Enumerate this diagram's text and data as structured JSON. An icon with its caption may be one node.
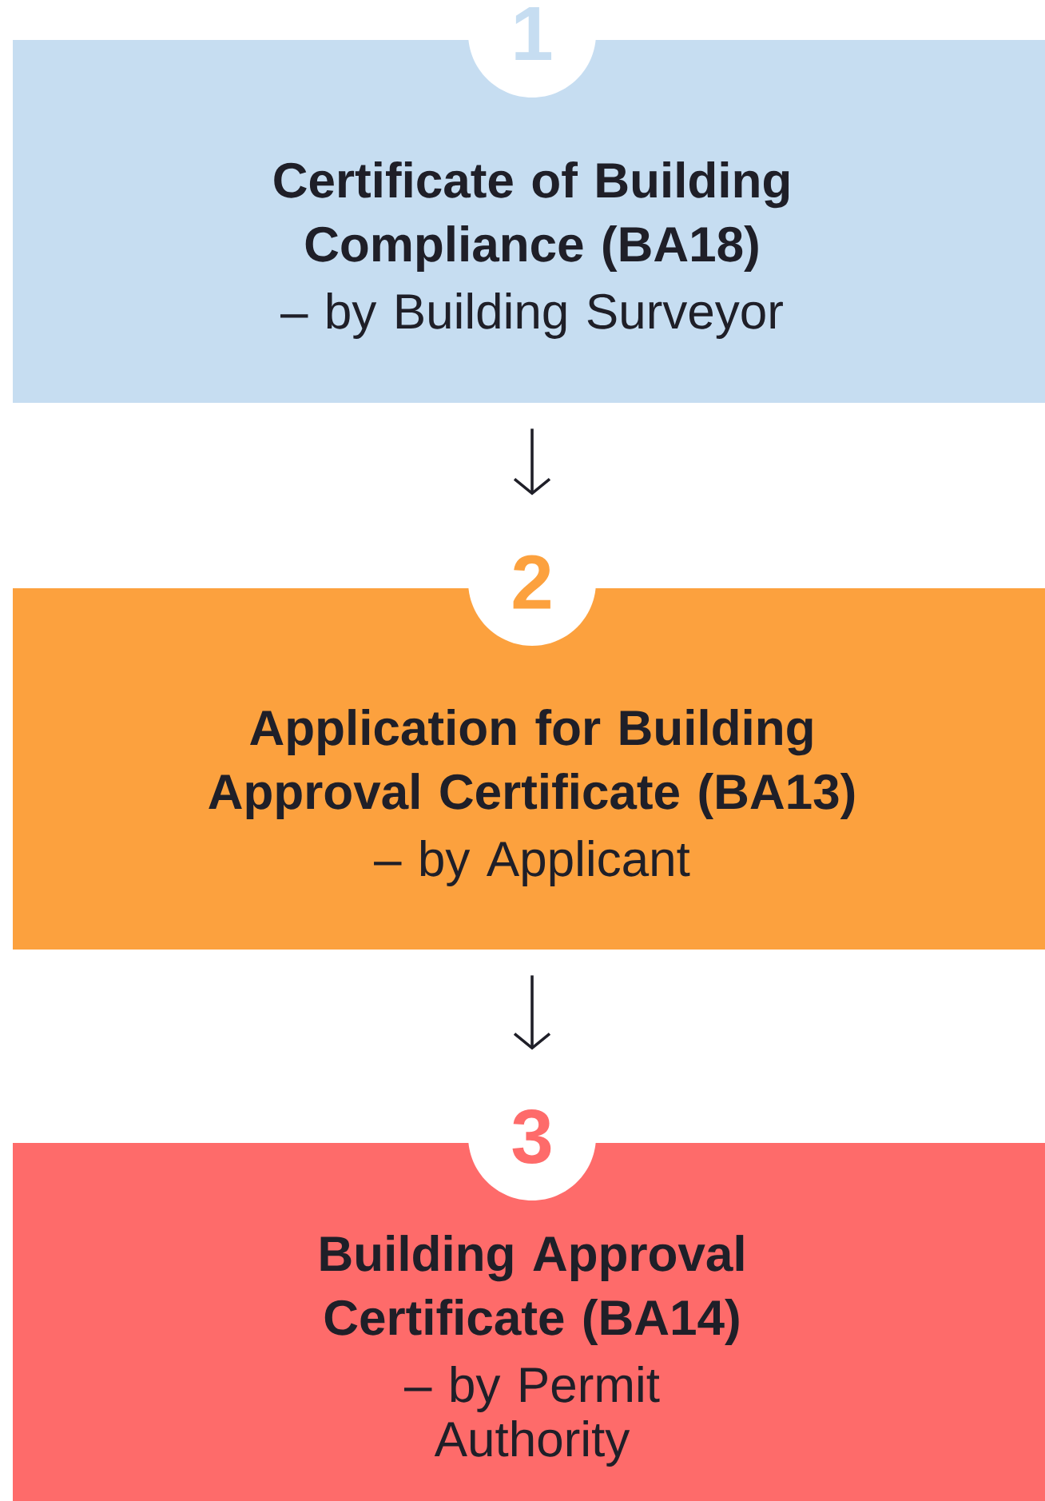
{
  "diagram": {
    "nodes": [
      {
        "text": [
          "1",
          "Certificate of Building Compliance (BA18)",
          "– by Building Surveyor"
        ]
      },
      {
        "text": [
          "2",
          "Application for Building Approval Certificate (BA13)",
          "– by Applicant"
        ]
      },
      {
        "text": [
          "3",
          "Building Approval Certificate (BA14)",
          "– by Permit Authority"
        ]
      }
    ],
    "edges": [
      {
        "from": 0,
        "to": 1,
        "arrow": "to"
      },
      {
        "from": 1,
        "to": 2,
        "arrow": "to"
      }
    ]
  }
}
